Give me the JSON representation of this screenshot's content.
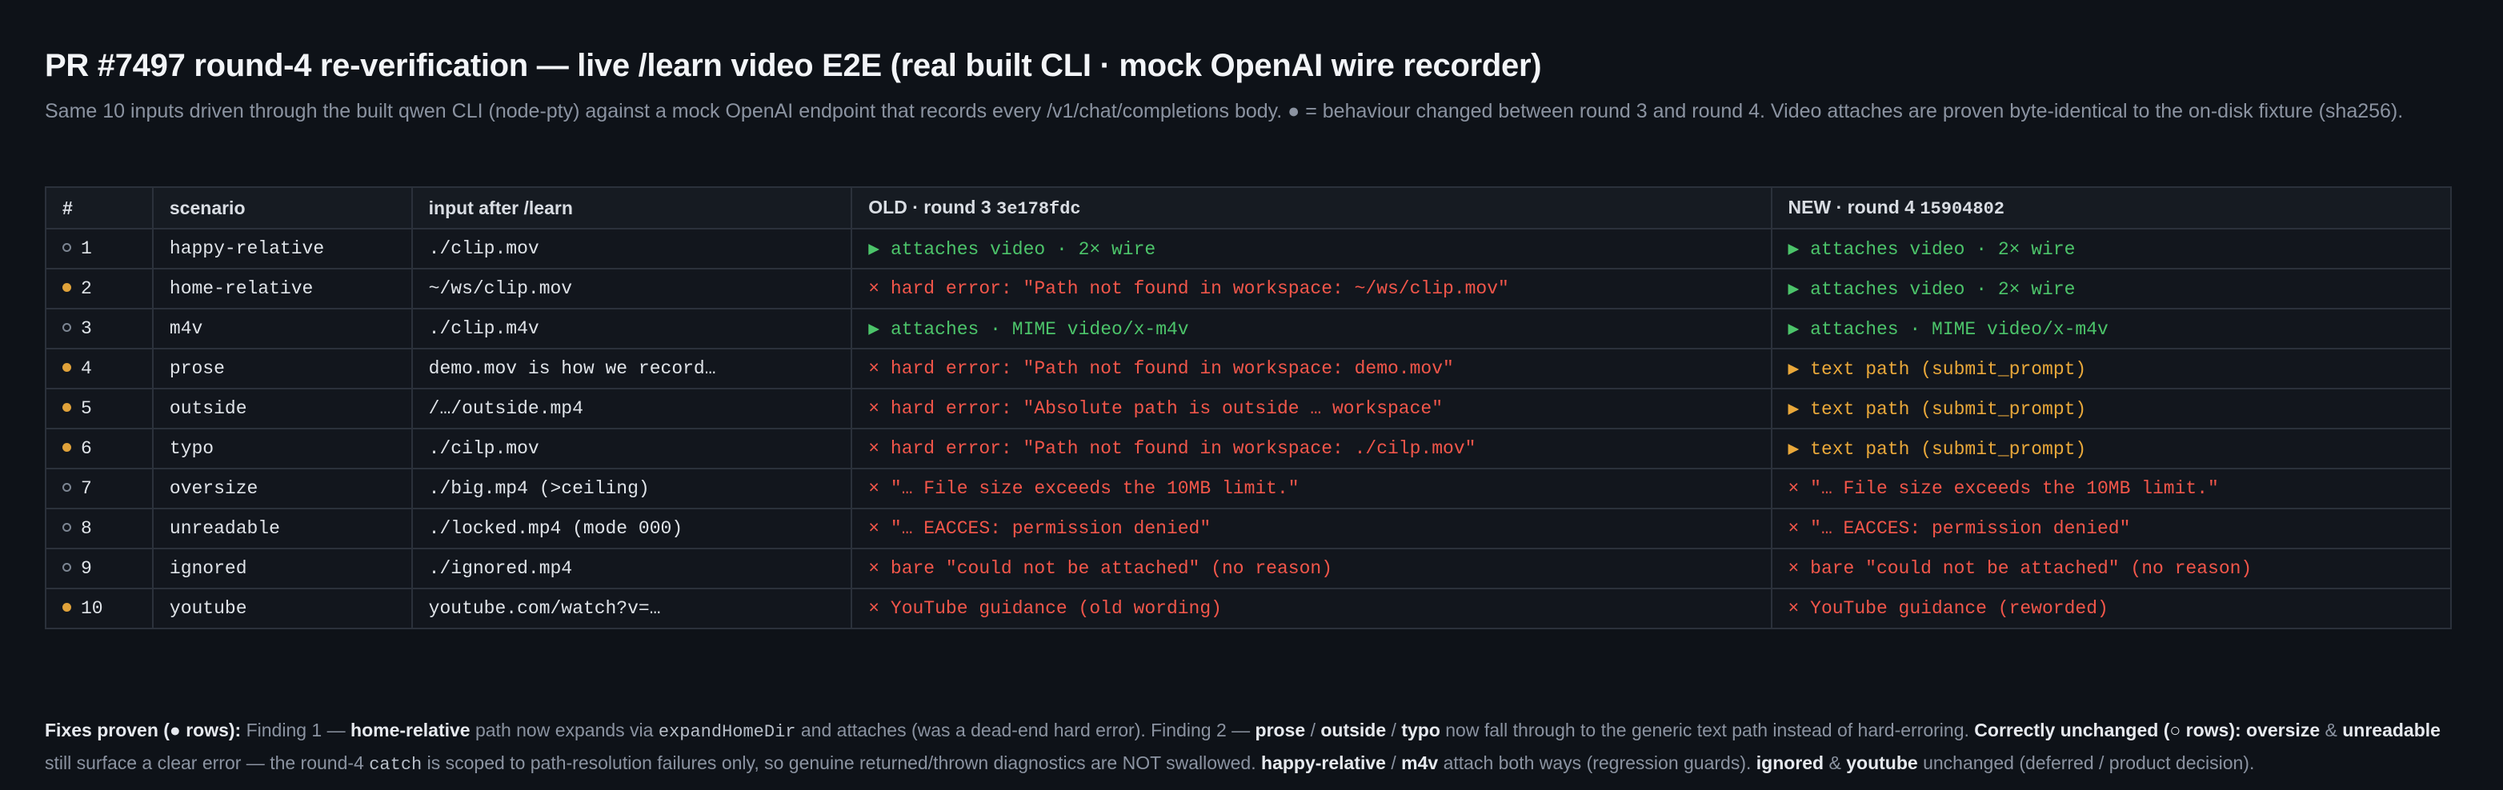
{
  "title": "PR #7497 round-4 re-verification — live /learn video E2E (real built CLI · mock OpenAI wire recorder)",
  "subtitle": "Same 10 inputs driven through the built qwen CLI (node-pty) against a mock OpenAI endpoint that records every /v1/chat/completions body. ● = behaviour changed between round 3 and round 4. Video attaches are proven byte-identical to the on-disk fixture (sha256).",
  "table": {
    "headers": {
      "num": "#",
      "scenario": "scenario",
      "input": "input after /learn",
      "old_label": "OLD · round 3",
      "old_hash": "3e178fdc",
      "new_label": "NEW · round 4",
      "new_hash": "15904802"
    },
    "rows": [
      {
        "num": "1",
        "changed": false,
        "scenario": "happy-relative",
        "input": "./clip.mov",
        "old": "▶ attaches video · 2× wire",
        "old_status": "green",
        "new": "▶ attaches video · 2× wire",
        "new_status": "green"
      },
      {
        "num": "2",
        "changed": true,
        "scenario": "home-relative",
        "input": "~/ws/clip.mov",
        "old": "× hard error: \"Path not found in workspace: ~/ws/clip.mov\"",
        "old_status": "red",
        "new": "▶ attaches video · 2× wire",
        "new_status": "green"
      },
      {
        "num": "3",
        "changed": false,
        "scenario": "m4v",
        "input": "./clip.m4v",
        "old": "▶ attaches · MIME video/x-m4v",
        "old_status": "green",
        "new": "▶ attaches · MIME video/x-m4v",
        "new_status": "green"
      },
      {
        "num": "4",
        "changed": true,
        "scenario": "prose",
        "input": "demo.mov is how we record…",
        "old": "× hard error: \"Path not found in workspace: demo.mov\"",
        "old_status": "red",
        "new": "▶ text path (submit_prompt)",
        "new_status": "amber"
      },
      {
        "num": "5",
        "changed": true,
        "scenario": "outside",
        "input": "/…/outside.mp4",
        "old": "× hard error: \"Absolute path is outside … workspace\"",
        "old_status": "red",
        "new": "▶ text path (submit_prompt)",
        "new_status": "amber"
      },
      {
        "num": "6",
        "changed": true,
        "scenario": "typo",
        "input": "./cilp.mov",
        "old": "× hard error: \"Path not found in workspace: ./cilp.mov\"",
        "old_status": "red",
        "new": "▶ text path (submit_prompt)",
        "new_status": "amber"
      },
      {
        "num": "7",
        "changed": false,
        "scenario": "oversize",
        "input": "./big.mp4 (>ceiling)",
        "old": "× \"… File size exceeds the 10MB limit.\"",
        "old_status": "red",
        "new": "× \"… File size exceeds the 10MB limit.\"",
        "new_status": "red"
      },
      {
        "num": "8",
        "changed": false,
        "scenario": "unreadable",
        "input": "./locked.mp4 (mode 000)",
        "old": "× \"… EACCES: permission denied\"",
        "old_status": "red",
        "new": "× \"… EACCES: permission denied\"",
        "new_status": "red"
      },
      {
        "num": "9",
        "changed": false,
        "scenario": "ignored",
        "input": "./ignored.mp4",
        "old": "× bare \"could not be attached\" (no reason)",
        "old_status": "red",
        "new": "× bare \"could not be attached\" (no reason)",
        "new_status": "red"
      },
      {
        "num": "10",
        "changed": true,
        "scenario": "youtube",
        "input": "youtube.com/watch?v=…",
        "old": "× YouTube guidance (old wording)",
        "old_status": "red",
        "new": "× YouTube guidance (reworded)",
        "new_status": "red"
      }
    ]
  },
  "footer": {
    "s01": "Fixes proven (● rows):",
    "s02": " Finding 1 — ",
    "s03": "home-relative",
    "s04": " path now expands via ",
    "s05": "expandHomeDir",
    "s06": " and attaches (was a dead-end hard error). Finding 2 — ",
    "s07": "prose",
    "s08": " / ",
    "s09": "outside",
    "s10": " / ",
    "s11": "typo",
    "s12": " now fall through to the generic text path instead of hard-erroring. ",
    "s13": "Correctly unchanged (○ rows): oversize",
    "s14": " & ",
    "s15": "unreadable",
    "s16": " still surface a clear error — the round-4 ",
    "s17": "catch",
    "s18": " is scoped to path-resolution failures only, so genuine returned/thrown diagnostics are NOT swallowed. ",
    "s19": "happy-relative",
    "s20": " / ",
    "s21": "m4v",
    "s22": " attach both ways (regression guards). ",
    "s23": "ignored",
    "s24": " & ",
    "s25": "youtube",
    "s26": " unchanged (deferred / product decision)."
  },
  "colors": {
    "background": "#0e1218",
    "green": "#4cc46a",
    "red": "#f2564a",
    "amber": "#e9a83a",
    "changed_dot": "#e0a23a"
  }
}
